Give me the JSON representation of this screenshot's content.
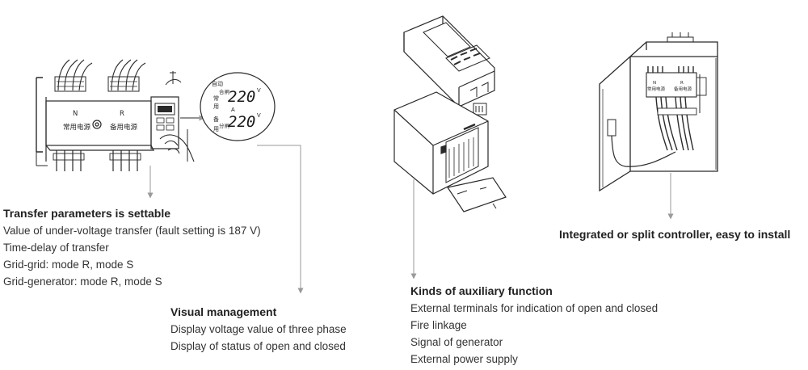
{
  "colors": {
    "line": "#9a9a9a",
    "ink": "#2a2a2a",
    "text": "#333333",
    "heading": "#222222"
  },
  "device": {
    "n_label": "N",
    "n_name": "常用电源",
    "r_label": "R",
    "r_name": "备用电源"
  },
  "display": {
    "side_labels": [
      "自动",
      "常",
      "用",
      "备",
      "用"
    ],
    "close_label": "合闸",
    "open_label": "分闸",
    "voltage_top": "220",
    "voltage_bottom": "220",
    "unit": "V",
    "mid_mark": "A"
  },
  "cabinet": {
    "left_label": "常用电源",
    "right_label": "备用电源",
    "left_letter": "N",
    "right_letter": "R"
  },
  "sections": {
    "transfer": {
      "title": "Transfer parameters is settable",
      "lines": [
        "Value of under-voltage transfer (fault setting is 187 V)",
        "Time-delay of transfer",
        "Grid-grid: mode R, mode S",
        "Grid-generator: mode R, mode S"
      ]
    },
    "visual": {
      "title": "Visual management",
      "lines": [
        "Display voltage value of three phase",
        "Display of status of open and closed"
      ]
    },
    "auxiliary": {
      "title": "Kinds of auxiliary function",
      "lines": [
        "External terminals for indication of open and closed",
        "Fire linkage",
        "Signal of generator",
        "External power supply"
      ]
    },
    "install": {
      "title": "Integrated or split controller, easy to install"
    }
  }
}
